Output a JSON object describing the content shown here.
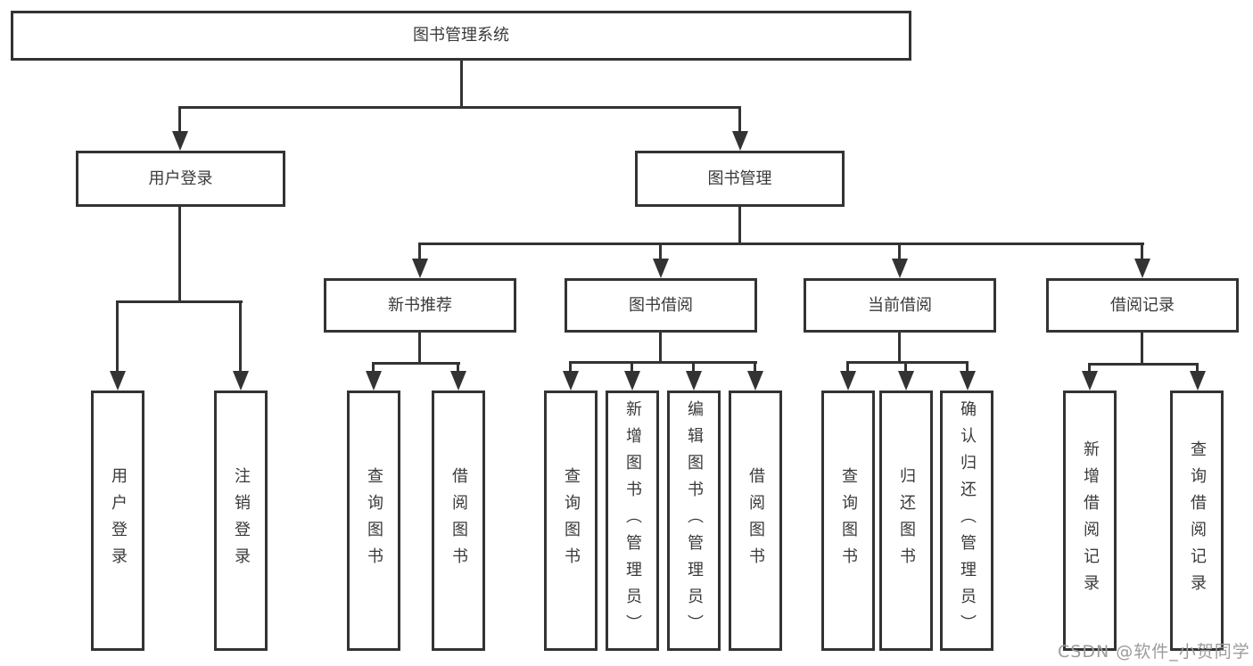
{
  "diagram_title": "图书管理系统",
  "nodes": {
    "root": "图书管理系统",
    "user_login": "用户登录",
    "book_mgmt": "图书管理",
    "new_book_rec": "新书推荐",
    "book_borrow": "图书借阅",
    "current_borrow": "当前借阅",
    "borrow_record": "借阅记录",
    "user_login_children": [
      "用户登录",
      "注销登录"
    ],
    "new_book_rec_children": [
      "查询图书",
      "借阅图书"
    ],
    "book_borrow_children": [
      "查询图书",
      "新增图书（管理员）",
      "编辑图书（管理员）",
      "借阅图书"
    ],
    "current_borrow_children": [
      "查询图书",
      "归还图书",
      "确认归还（管理员）"
    ],
    "borrow_record_children": [
      "新增借阅记录",
      "查询借阅记录"
    ]
  },
  "watermark": "CSDN @软件_小贺同学",
  "colors": {
    "line": "#333333",
    "text": "#3a3a3a",
    "watermark": "#9c9c9c",
    "background": "#ffffff"
  }
}
